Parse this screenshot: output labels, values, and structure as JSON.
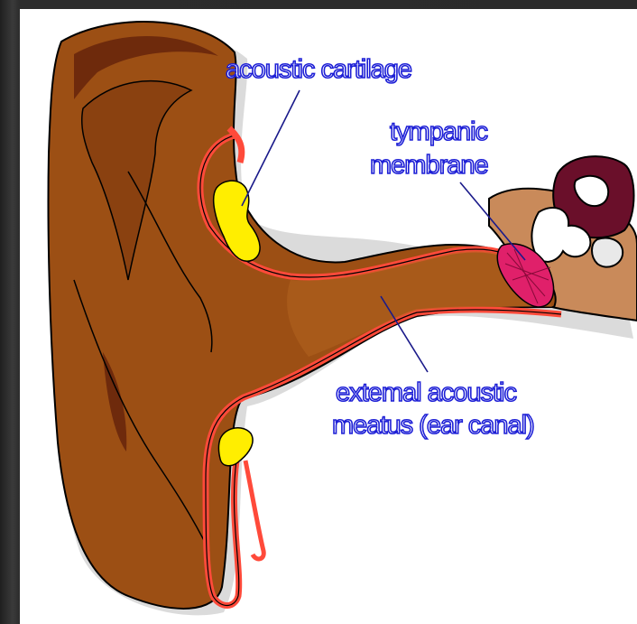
{
  "diagram": {
    "labels": {
      "acoustic_cartilage": "acoustic cartilage",
      "tympanic_line1": "tympanic",
      "tympanic_line2": "membrane",
      "meatus_line1": "extemal acoustic",
      "meatus_line2": "meatus (ear canal)"
    },
    "colors": {
      "skin": "#9c4f14",
      "skin_dark": "#6e2a0c",
      "canal_red": "#ff4a3a",
      "cartilage_yellow": "#ffee00",
      "membrane_pink": "#e0206a",
      "middle_ear_tan": "#c98a5a",
      "label_blue": "#1d1fd6",
      "leader_line": "#1a1a8a"
    }
  }
}
